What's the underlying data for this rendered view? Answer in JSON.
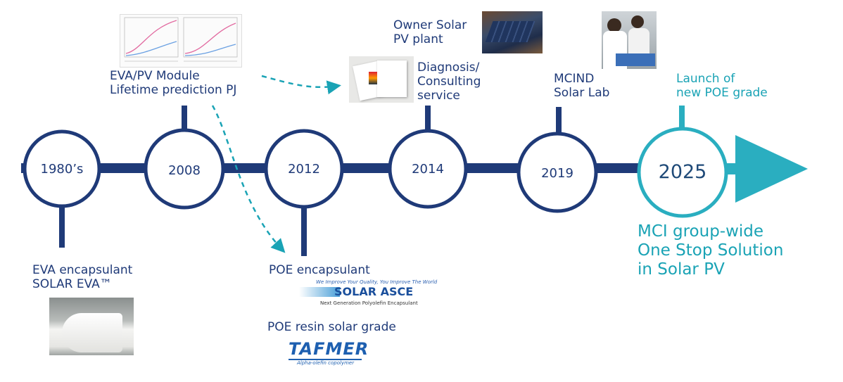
{
  "milestones": [
    {
      "year": "1980’s",
      "text": [
        "EVA encapsulant",
        "SOLAR EVA™"
      ]
    },
    {
      "year": "2008",
      "text": [
        "EVA/PV Module",
        "Lifetime prediction PJ"
      ]
    },
    {
      "year": "2012",
      "text": [
        "POE encapsulant"
      ],
      "extra": "POE resin solar grade"
    },
    {
      "year": "2014",
      "text": [
        "Diagnosis/",
        "Consulting",
        "service"
      ]
    },
    {
      "year": "2019",
      "text": [
        "MCIND",
        "Solar Lab"
      ],
      "top": [
        "Owner Solar",
        "PV plant"
      ]
    },
    {
      "year": "2025",
      "text": [
        "Launch of",
        "new POE grade"
      ]
    }
  ],
  "final": [
    "MCI group-wide",
    "One Stop Solution",
    "in Solar PV"
  ],
  "logos": {
    "asce_tagline": "We Improve Your Quality, You Improve The World",
    "asce_name": "SOLAR ASCE",
    "asce_sub": "Next Generation Polyolefin Encapsulant",
    "tafmer_name": "TAFMER",
    "tafmer_sub": "Alpha-olefin copolymer"
  },
  "colors": {
    "navy": "#1f3a78",
    "teal": "#1aa3b5",
    "arrow": "#2aaec0"
  }
}
